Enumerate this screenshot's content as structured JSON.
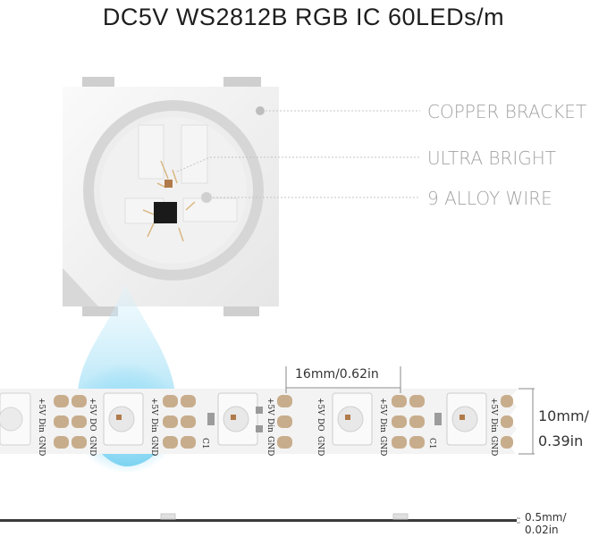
{
  "title": "DC5V WS2812B RGB IC 60LEDs/m",
  "callouts": {
    "copper_bracket": "COPPER BRACKET",
    "ultra_bright": "ULTRA BRIGHT",
    "alloy_wire": "9 ALLOY WIRE"
  },
  "dimensions": {
    "pitch": "16mm/0.62in",
    "width_line1": "10mm/",
    "width_line2": "0.39in",
    "thickness_line1": "0.5mm/",
    "thickness_line2": "0.02in"
  },
  "pad_labels": [
    "+5V",
    "Din",
    "GND",
    "+5V",
    "DO",
    "GND"
  ],
  "component_label": "C1",
  "colors": {
    "strip_white": "#f4f4f4",
    "copper_pad": "#c8ad8c",
    "glow_blue": "#6fd0f0",
    "callout_gray": "#a3a3a3"
  }
}
